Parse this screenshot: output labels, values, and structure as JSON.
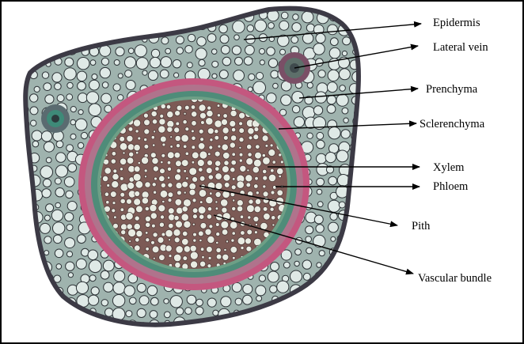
{
  "figure": {
    "colors": {
      "frame": "#000000",
      "background": "#ffffff",
      "tissue_outline": "#3c3a45",
      "epidermis": "#4a3f4c",
      "ground_tissue": "#9fb3ae",
      "parenchyma_cell": "#dfe9e6",
      "cell_wall": "#2c3236",
      "sclerenchyma_pink": "#c4577f",
      "phloem_green": "#4f8c79",
      "xylem_core": "#7c5a55",
      "pith_cell": "#e8ebe2"
    },
    "labels": [
      {
        "id": "epidermis",
        "text": "Epidermis"
      },
      {
        "id": "lateral-vein",
        "text": "Lateral vein"
      },
      {
        "id": "prenchyma",
        "text": "Prenchyma"
      },
      {
        "id": "sclerenchyma",
        "text": "Sclerenchyma"
      },
      {
        "id": "xylem",
        "text": "Xylem"
      },
      {
        "id": "phloem",
        "text": "Phloem"
      },
      {
        "id": "pith",
        "text": "Pith"
      },
      {
        "id": "vascular-bundle",
        "text": "Vascular bundle"
      }
    ]
  }
}
